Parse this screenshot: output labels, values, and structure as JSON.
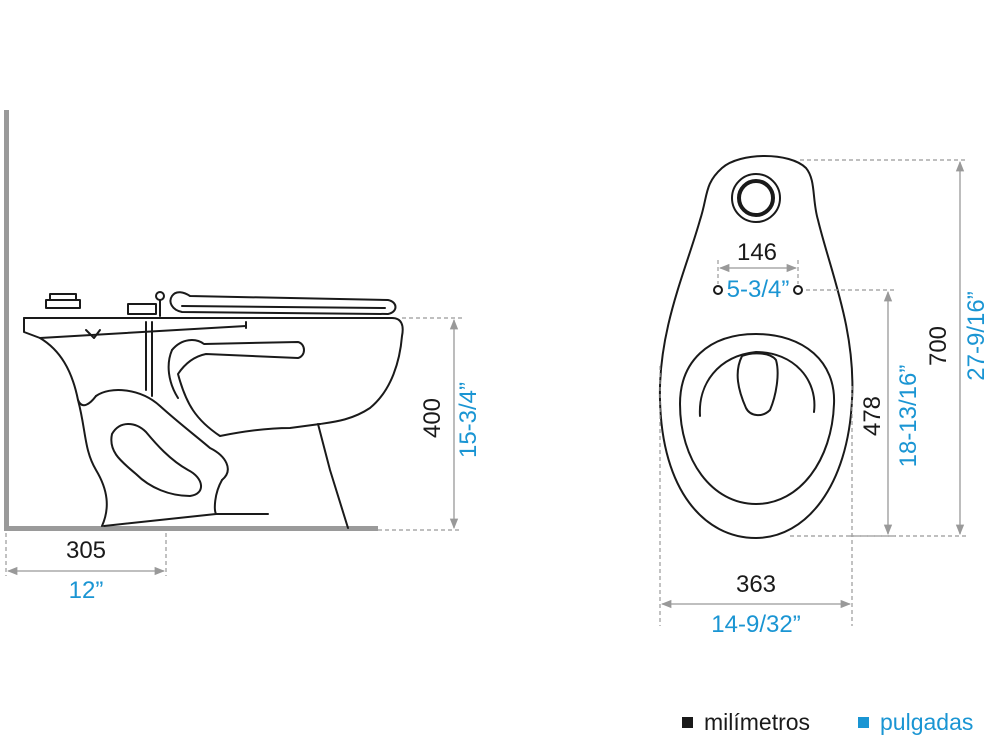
{
  "side_view": {
    "height_mm": "400",
    "height_in": "15-3/4”",
    "rough_in_mm": "305",
    "rough_in_in": "12”"
  },
  "top_view": {
    "bolt_spacing_mm": "146",
    "bolt_spacing_in": "5-3/4”",
    "bowl_length_mm": "478",
    "bowl_length_in": "18-13/16”",
    "total_length_mm": "700",
    "total_length_in": "27-9/16”",
    "width_mm": "363",
    "width_in": "14-9/32”"
  },
  "legend": {
    "mm_label": "milímetros",
    "in_label": "pulgadas",
    "mm_color": "#1a1a1a",
    "in_color": "#1a95d3"
  }
}
